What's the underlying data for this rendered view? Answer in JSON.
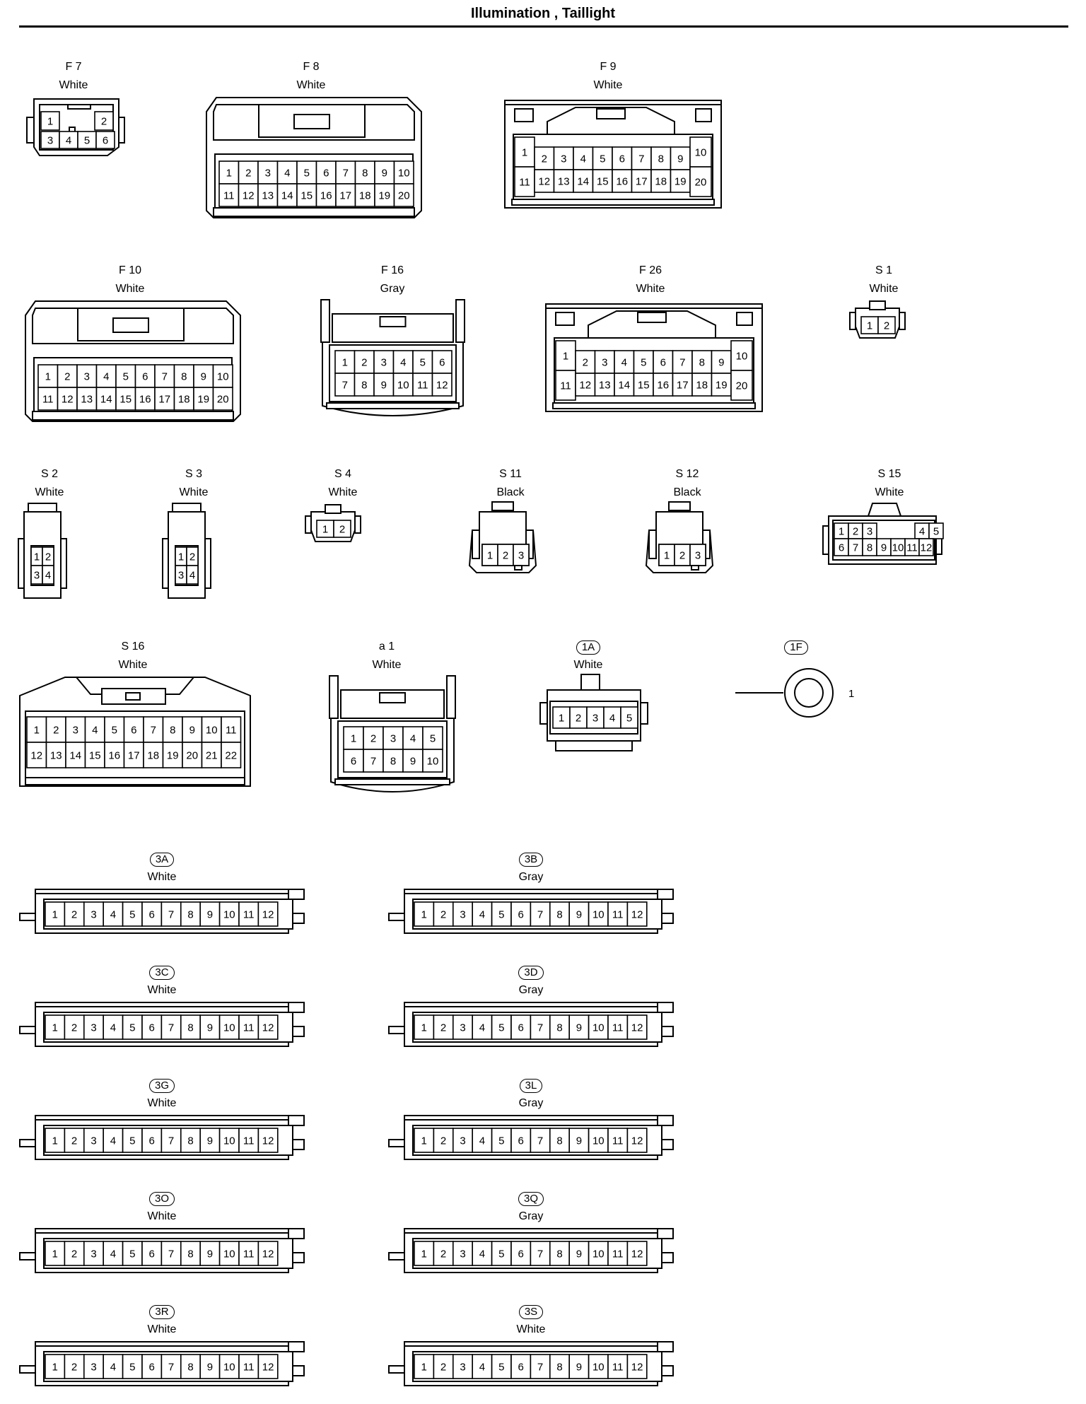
{
  "page": {
    "title": "Illumination , Taillight"
  },
  "connectors": [
    {
      "id": "F 7",
      "color": "White",
      "style": "plain",
      "kind": "f7",
      "pins": [
        "1",
        "2",
        "3",
        "4",
        "5",
        "6"
      ]
    },
    {
      "id": "F 8",
      "color": "White",
      "style": "plain",
      "kind": "large",
      "pins": [
        "1",
        "2",
        "3",
        "4",
        "5",
        "6",
        "7",
        "8",
        "9",
        "10",
        "11",
        "12",
        "13",
        "14",
        "15",
        "16",
        "17",
        "18",
        "19",
        "20"
      ]
    },
    {
      "id": "F 9",
      "color": "White",
      "style": "plain",
      "kind": "wide",
      "pins": [
        "1",
        "2",
        "3",
        "4",
        "5",
        "6",
        "7",
        "8",
        "9",
        "10",
        "11",
        "12",
        "13",
        "14",
        "15",
        "16",
        "17",
        "18",
        "19",
        "20"
      ]
    },
    {
      "id": "F 10",
      "color": "White",
      "style": "plain",
      "kind": "large",
      "pins": [
        "1",
        "2",
        "3",
        "4",
        "5",
        "6",
        "7",
        "8",
        "9",
        "10",
        "11",
        "12",
        "13",
        "14",
        "15",
        "16",
        "17",
        "18",
        "19",
        "20"
      ]
    },
    {
      "id": "F 16",
      "color": "Gray",
      "style": "plain",
      "kind": "latch",
      "pins": [
        "1",
        "2",
        "3",
        "4",
        "5",
        "6",
        "7",
        "8",
        "9",
        "10",
        "11",
        "12"
      ]
    },
    {
      "id": "F 26",
      "color": "White",
      "style": "plain",
      "kind": "wide",
      "pins": [
        "1",
        "2",
        "3",
        "4",
        "5",
        "6",
        "7",
        "8",
        "9",
        "10",
        "11",
        "12",
        "13",
        "14",
        "15",
        "16",
        "17",
        "18",
        "19",
        "20"
      ]
    },
    {
      "id": "S 1",
      "color": "White",
      "style": "plain",
      "kind": "small2",
      "pins": [
        "1",
        "2"
      ]
    },
    {
      "id": "S 2",
      "color": "White",
      "style": "plain",
      "kind": "tall4",
      "pins": [
        "1",
        "2",
        "3",
        "4"
      ]
    },
    {
      "id": "S 3",
      "color": "White",
      "style": "plain",
      "kind": "tall4",
      "pins": [
        "1",
        "2",
        "3",
        "4"
      ]
    },
    {
      "id": "S 4",
      "color": "White",
      "style": "plain",
      "kind": "small2",
      "pins": [
        "1",
        "2"
      ]
    },
    {
      "id": "S 11",
      "color": "Black",
      "style": "plain",
      "kind": "three",
      "pins": [
        "1",
        "2",
        "3"
      ]
    },
    {
      "id": "S 12",
      "color": "Black",
      "style": "plain",
      "kind": "three",
      "pins": [
        "1",
        "2",
        "3"
      ]
    },
    {
      "id": "S 15",
      "color": "White",
      "style": "plain",
      "kind": "s15",
      "pins": [
        "1",
        "2",
        "3",
        "4",
        "5",
        "6",
        "7",
        "8",
        "9",
        "10",
        "11",
        "12"
      ]
    },
    {
      "id": "S 16",
      "color": "White",
      "style": "plain",
      "kind": "s16",
      "pins": [
        "1",
        "2",
        "3",
        "4",
        "5",
        "6",
        "7",
        "8",
        "9",
        "10",
        "11",
        "12",
        "13",
        "14",
        "15",
        "16",
        "17",
        "18",
        "19",
        "20",
        "21",
        "22"
      ]
    },
    {
      "id": "a 1",
      "color": "White",
      "style": "plain",
      "kind": "latch",
      "pins": [
        "1",
        "2",
        "3",
        "4",
        "5",
        "6",
        "7",
        "8",
        "9",
        "10"
      ]
    },
    {
      "id": "1A",
      "color": "White",
      "style": "oval",
      "kind": "five",
      "pins": [
        "1",
        "2",
        "3",
        "4",
        "5"
      ]
    },
    {
      "id": "1F",
      "color": "",
      "style": "oval",
      "kind": "ring",
      "pins": [
        "1"
      ]
    },
    {
      "id": "3A",
      "color": "White",
      "style": "oval",
      "kind": "strip",
      "pins": [
        "1",
        "2",
        "3",
        "4",
        "5",
        "6",
        "7",
        "8",
        "9",
        "10",
        "11",
        "12"
      ]
    },
    {
      "id": "3B",
      "color": "Gray",
      "style": "oval",
      "kind": "strip",
      "pins": [
        "1",
        "2",
        "3",
        "4",
        "5",
        "6",
        "7",
        "8",
        "9",
        "10",
        "11",
        "12"
      ]
    },
    {
      "id": "3C",
      "color": "White",
      "style": "oval",
      "kind": "strip",
      "pins": [
        "1",
        "2",
        "3",
        "4",
        "5",
        "6",
        "7",
        "8",
        "9",
        "10",
        "11",
        "12"
      ]
    },
    {
      "id": "3D",
      "color": "Gray",
      "style": "oval",
      "kind": "strip",
      "pins": [
        "1",
        "2",
        "3",
        "4",
        "5",
        "6",
        "7",
        "8",
        "9",
        "10",
        "11",
        "12"
      ]
    },
    {
      "id": "3G",
      "color": "White",
      "style": "oval",
      "kind": "strip",
      "pins": [
        "1",
        "2",
        "3",
        "4",
        "5",
        "6",
        "7",
        "8",
        "9",
        "10",
        "11",
        "12"
      ]
    },
    {
      "id": "3L",
      "color": "Gray",
      "style": "oval",
      "kind": "strip",
      "pins": [
        "1",
        "2",
        "3",
        "4",
        "5",
        "6",
        "7",
        "8",
        "9",
        "10",
        "11",
        "12"
      ]
    },
    {
      "id": "3O",
      "color": "White",
      "style": "oval",
      "kind": "strip",
      "pins": [
        "1",
        "2",
        "3",
        "4",
        "5",
        "6",
        "7",
        "8",
        "9",
        "10",
        "11",
        "12"
      ]
    },
    {
      "id": "3Q",
      "color": "Gray",
      "style": "oval",
      "kind": "strip",
      "pins": [
        "1",
        "2",
        "3",
        "4",
        "5",
        "6",
        "7",
        "8",
        "9",
        "10",
        "11",
        "12"
      ]
    },
    {
      "id": "3R",
      "color": "White",
      "style": "oval",
      "kind": "strip",
      "pins": [
        "1",
        "2",
        "3",
        "4",
        "5",
        "6",
        "7",
        "8",
        "9",
        "10",
        "11",
        "12"
      ]
    },
    {
      "id": "3S",
      "color": "White",
      "style": "oval",
      "kind": "strip",
      "pins": [
        "1",
        "2",
        "3",
        "4",
        "5",
        "6",
        "7",
        "8",
        "9",
        "10",
        "11",
        "12"
      ]
    }
  ]
}
